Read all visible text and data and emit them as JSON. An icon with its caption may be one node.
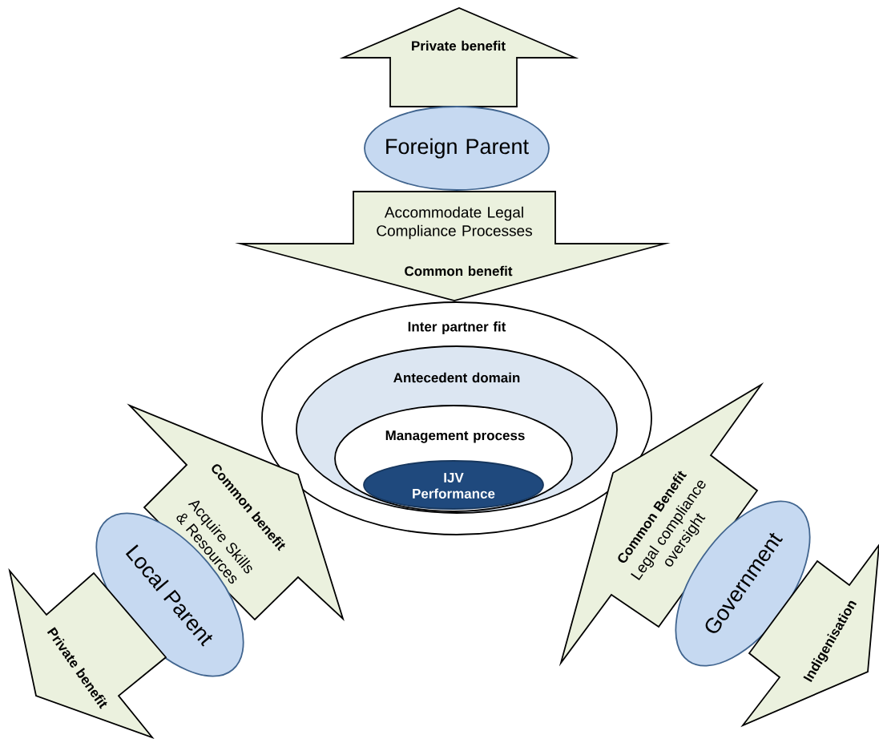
{
  "diagram": {
    "nodes": [
      {
        "text": [
          "Private benefit"
        ]
      },
      {
        "text": [
          "Foreign Parent"
        ]
      },
      {
        "text": [
          "Accommodate Legal Compliance Processes",
          "Common benefit"
        ]
      },
      {
        "text": [
          "Inter partner fit"
        ]
      },
      {
        "text": [
          "Antecedent domain"
        ],
        "in": 3
      },
      {
        "text": [
          "Management process"
        ],
        "in": 4
      },
      {
        "text": [
          "IJV Performance"
        ],
        "in": 5
      },
      {
        "text": [
          "Common benefit",
          "Acquire Skills & Resources"
        ]
      },
      {
        "text": [
          "Local Parent"
        ]
      },
      {
        "text": [
          "Private benefit"
        ]
      },
      {
        "text": [
          "Common Benefit",
          "Legal compliance oversight"
        ]
      },
      {
        "text": [
          "Government"
        ]
      },
      {
        "text": [
          "Indigenisation"
        ]
      }
    ]
  }
}
